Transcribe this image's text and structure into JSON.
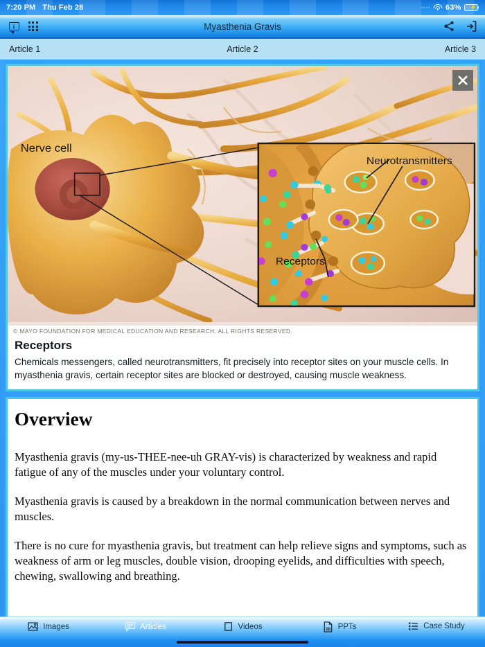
{
  "status_bar": {
    "time": "7:20 PM",
    "date": "Thu Feb 28",
    "battery_percent": "63%",
    "wifi_icon": "wifi-icon",
    "battery_icon": "battery-charging-icon"
  },
  "nav_bar": {
    "title": "Myasthenia Gravis",
    "info_icon": "info-tooltip-icon",
    "grid_icon": "grid-menu-icon",
    "share_icon": "share-icon",
    "exit_icon": "exit-icon"
  },
  "article_tabs": [
    {
      "label": "Article 1"
    },
    {
      "label": "Article 2"
    },
    {
      "label": "Article 3"
    }
  ],
  "image_card": {
    "close_icon": "close-icon",
    "figure": {
      "alt": "Illustration of a nerve cell with a magnified view of a synapse",
      "labels": {
        "nerve_cell": "Nerve cell",
        "neurotransmitters": "Neurotransmitters",
        "receptors": "Receptors"
      }
    },
    "credit": "© MAYO FOUNDATION FOR MEDICAL EDUCATION AND RESEARCH. ALL RIGHTS RESERVED.",
    "caption_title": "Receptors",
    "caption_body": "Chemicals messengers, called neurotransmitters, fit precisely into receptor sites on your muscle cells. In myasthenia gravis, certain receptor sites are blocked or destroyed, causing muscle weakness."
  },
  "overview": {
    "heading": "Overview",
    "paragraph_1": "Myasthenia gravis (my-us-THEE-nee-uh GRAY-vis) is characterized by weakness and rapid fatigue of any of the muscles under your voluntary control.",
    "paragraph_2": "Myasthenia gravis is caused by a breakdown in the normal communication between nerves and muscles.",
    "paragraph_3": "There is no cure for myasthenia gravis, but treatment can help relieve signs and symptoms, such as weakness of arm or leg muscles, double vision, drooping eyelids, and difficulties with speech, chewing, swallowing and breathing."
  },
  "bottom_tabs": [
    {
      "label": "Images",
      "icon": "image-icon",
      "active": false
    },
    {
      "label": "Articles",
      "icon": "articles-icon",
      "active": true
    },
    {
      "label": "Videos",
      "icon": "video-icon",
      "active": false
    },
    {
      "label": "PPTs",
      "icon": "ppt-file-icon",
      "active": false
    },
    {
      "label": "Case Study",
      "icon": "list-icon",
      "active": false
    }
  ],
  "colors": {
    "accent_blue": "#2b9cf7",
    "nav_blue": "#38aaf6",
    "article_bar": "#b6e0f3",
    "card_border": "#4cc6e8",
    "battery_green": "#3ddc63"
  }
}
